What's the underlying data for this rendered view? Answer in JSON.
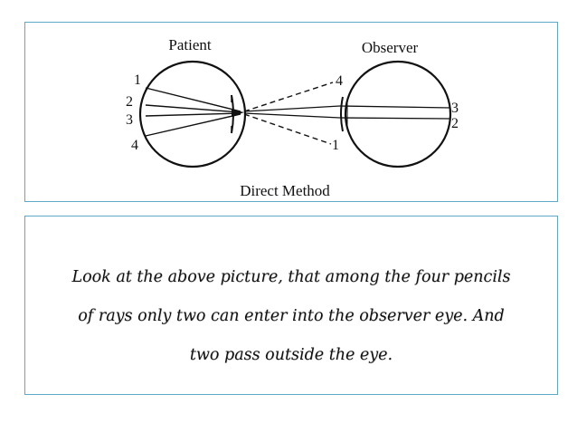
{
  "figure": {
    "patient_label": "Patient",
    "observer_label": "Observer",
    "title": "Direct Method",
    "patient_ray_numbers": [
      "1",
      "2",
      "3",
      "4"
    ],
    "observer_ray_numbers": [
      "3",
      "2"
    ],
    "crossing_labels": [
      "4",
      "1"
    ]
  },
  "caption": {
    "line1": "Look at the above picture, that among the four pencils",
    "line2": "of rays only two can enter into the observer eye. And",
    "line3": "two pass outside the eye."
  },
  "colors": {
    "panel_border": "#5fa8c8",
    "ink": "#111111"
  }
}
